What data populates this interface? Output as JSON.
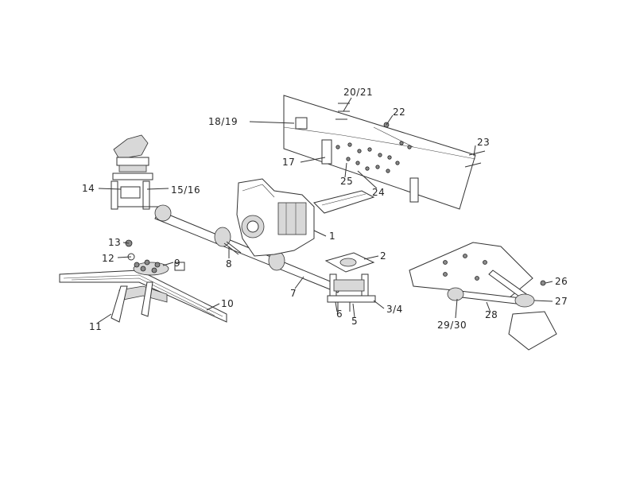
{
  "diagram": {
    "labels": {
      "l1": "1",
      "l2": "2",
      "l3_4": "3/4",
      "l5": "5",
      "l6": "6",
      "l7": "7",
      "l8": "8",
      "l9": "9",
      "l10": "10",
      "l11": "11",
      "l12": "12",
      "l13": "13",
      "l14": "14",
      "l15_16": "15/16",
      "l17": "17",
      "l18_19": "18/19",
      "l20_21": "20/21",
      "l22": "22",
      "l23": "23",
      "l24": "24",
      "l25": "25",
      "l26": "26",
      "l27": "27",
      "l28": "28",
      "l29_30": "29/30"
    }
  }
}
